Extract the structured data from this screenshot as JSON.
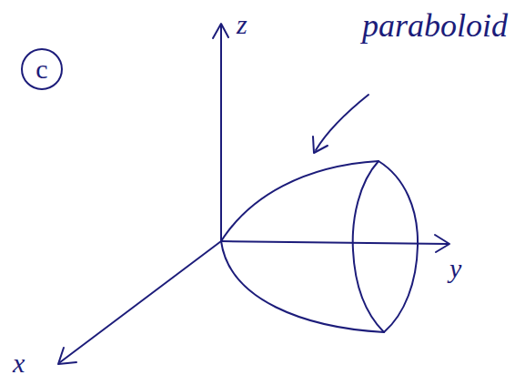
{
  "diagram": {
    "nodes": [
      {
        "text": [
          "c"
        ]
      }
    ],
    "labels": [
      "paraboloid",
      "z",
      "y",
      "x"
    ]
  }
}
